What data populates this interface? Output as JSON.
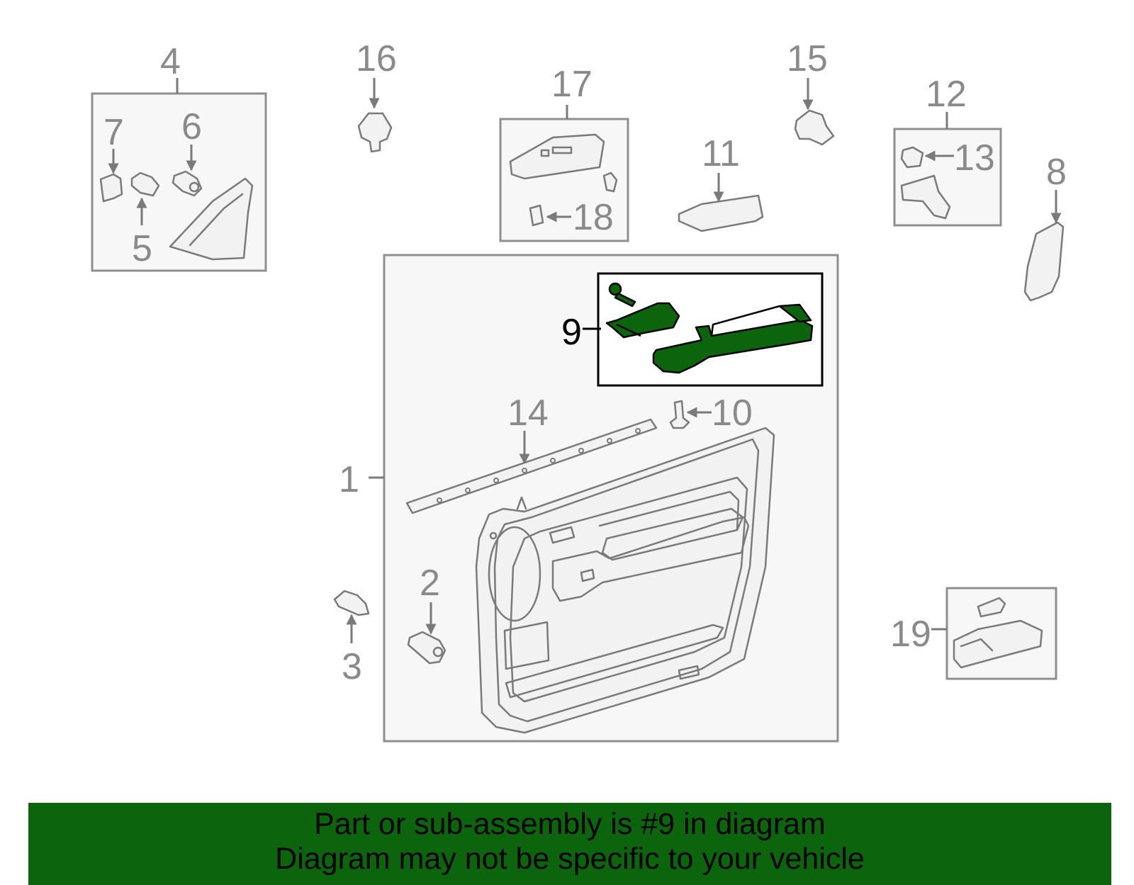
{
  "callouts": {
    "c1": "1",
    "c2": "2",
    "c3": "3",
    "c4": "4",
    "c5": "5",
    "c6": "6",
    "c7": "7",
    "c8": "8",
    "c9": "9",
    "c10": "10",
    "c11": "11",
    "c12": "12",
    "c13": "13",
    "c14": "14",
    "c15": "15",
    "c16": "16",
    "c17": "17",
    "c18": "18",
    "c19": "19"
  },
  "highlight": {
    "part": "9",
    "color": "#0c640c"
  },
  "banner": {
    "line1": "Part or sub-assembly is #9 in diagram",
    "line2": "Diagram may not be specific to your vehicle",
    "background": "#0c640c"
  }
}
